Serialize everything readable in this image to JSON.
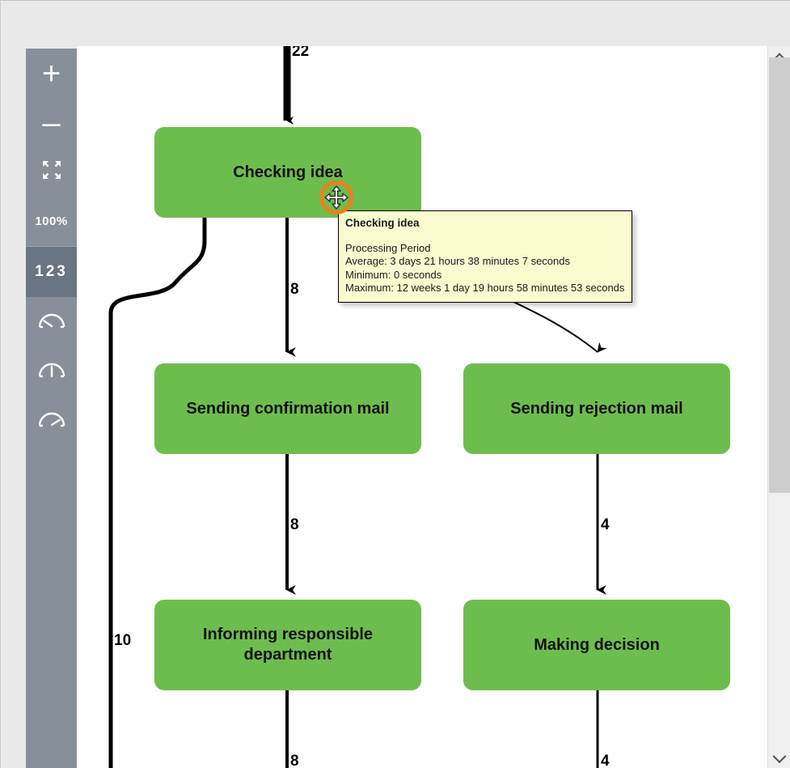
{
  "app": {
    "canvas_background": "#ffffff",
    "page_background": "#e9e9e9"
  },
  "toolbar": {
    "background": "#868f9a",
    "selected_background": "#697582",
    "items": [
      {
        "id": "zoom-in",
        "icon": "plus-icon",
        "label": "+",
        "selected": false
      },
      {
        "id": "zoom-out",
        "icon": "minus-icon",
        "label": "–",
        "selected": false
      },
      {
        "id": "fit-to-screen",
        "icon": "fit-screen-icon",
        "label": "",
        "selected": false
      },
      {
        "id": "zoom-level",
        "icon": "zoom-percent-label",
        "label": "100%",
        "selected": false
      },
      {
        "id": "show-counts",
        "icon": "numbers-icon",
        "label": "123",
        "selected": true
      },
      {
        "id": "gauge-min",
        "icon": "gauge-left-icon",
        "label": "",
        "selected": false
      },
      {
        "id": "gauge-average",
        "icon": "gauge-up-icon",
        "label": "",
        "selected": false
      },
      {
        "id": "gauge-max",
        "icon": "gauge-right-icon",
        "label": "",
        "selected": false
      }
    ]
  },
  "diagram": {
    "accent_node_color": "#6dbd4e",
    "nodes": [
      {
        "id": "checking-idea",
        "label": "Checking idea"
      },
      {
        "id": "sending-confirmation",
        "label": "Sending confirmation mail"
      },
      {
        "id": "sending-rejection",
        "label": "Sending rejection mail"
      },
      {
        "id": "informing-dept",
        "label": "Informing responsible department"
      },
      {
        "id": "making-decision",
        "label": "Making decision"
      }
    ],
    "edge_labels": [
      {
        "id": "edge-in-checking",
        "value": "22"
      },
      {
        "id": "edge-checking-confirmation",
        "value": "8"
      },
      {
        "id": "edge-checking-loopback",
        "value": "10"
      },
      {
        "id": "edge-confirmation-informing",
        "value": "8"
      },
      {
        "id": "edge-rejection-decision",
        "value": "4"
      },
      {
        "id": "edge-informing-out",
        "value": "8"
      },
      {
        "id": "edge-decision-out",
        "value": "4"
      }
    ]
  },
  "tooltip": {
    "title": "Checking idea",
    "section": "Processing Period",
    "average": "Average: 3 days 21 hours 38 minutes 7 seconds",
    "minimum": "Minimum: 0 seconds",
    "maximum": "Maximum: 12 weeks 1 day 19 hours 58 minutes 53 seconds",
    "background": "#fbfbd0"
  },
  "cursor": {
    "icon": "move-cursor-icon",
    "highlight_color": "#e8821e"
  },
  "scrollbar": {
    "up_icon": "chevron-up-icon",
    "down_icon": "chevron-down-icon",
    "thumb_color": "#cdcdcd"
  }
}
